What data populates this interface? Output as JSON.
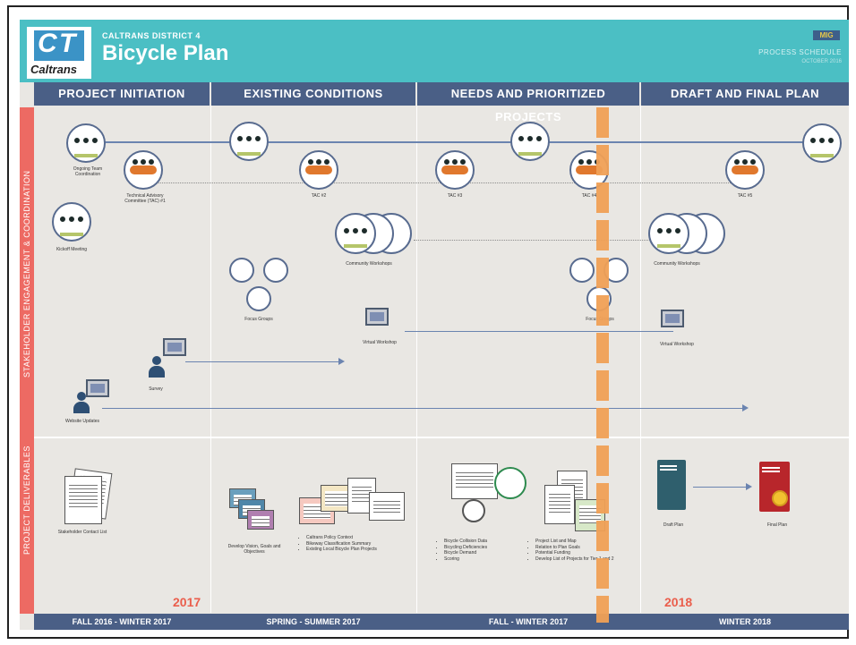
{
  "header": {
    "district": "CALTRANS DISTRICT 4",
    "title": "Bicycle Plan",
    "logo_word": "Caltrans",
    "mig_logo": "MIG",
    "process_label": "PROCESS SCHEDULE",
    "process_date": "OCTOBER 2016"
  },
  "phases": [
    "PROJECT INITIATION",
    "EXISTING CONDITIONS",
    "NEEDS AND PRIORITIZED PROJECTS",
    "DRAFT AND FINAL PLAN"
  ],
  "band_labels": {
    "engagement": "STAKEHOLDER ENGAGEMENT & COORDINATION",
    "deliverables": "PROJECT DELIVERABLES"
  },
  "engagement": {
    "ongoing": "Ongoing Team Coordination",
    "tac1": "Technical Advisory Committee (TAC) #1",
    "kickoff": "Kickoff Meeting",
    "tac2": "TAC #2",
    "tac3": "TAC #3",
    "tac4": "TAC #4",
    "tac5": "TAC #5",
    "community1": "Community Workshops",
    "community2": "Community Workshops",
    "focus": "Focus Groups",
    "focus2": "Focus Groups",
    "virtual1": "Virtual Workshop",
    "virtual2": "Virtual Workshop",
    "survey": "Survey",
    "website": "Website Updates"
  },
  "deliverables": {
    "contact_list": "Stakeholder Contact List",
    "vision": "Develop Vision, Goals and Objectives",
    "existing_bullets": [
      "Caltrans Policy Context",
      "Bikeway Classification Summary",
      "Existing Local Bicycle Plan Projects"
    ],
    "needs_bullets_a": [
      "Bicycle Collision Data",
      "Bicycling Deficiencies",
      "Bicycle Demand",
      "Scoring"
    ],
    "needs_bullets_b": [
      "Project List and Map",
      "Relation to Plan Goals",
      "Potential Funding",
      "Develop List of Projects for Tier 1 and 2"
    ],
    "draft_plan": "Draft Plan",
    "final_plan": "Final Plan"
  },
  "years": [
    "2017",
    "2018"
  ],
  "footer": [
    "FALL 2016 - WINTER 2017",
    "SPRING - SUMMER 2017",
    "FALL - WINTER 2017",
    "WINTER 2018"
  ],
  "colors": {
    "header_teal": "#4bbfc4",
    "phase_navy": "#4a5f86",
    "band_red": "#ed6a63",
    "tac_orange": "#e0782d",
    "mask_orange": "#f0a056"
  }
}
